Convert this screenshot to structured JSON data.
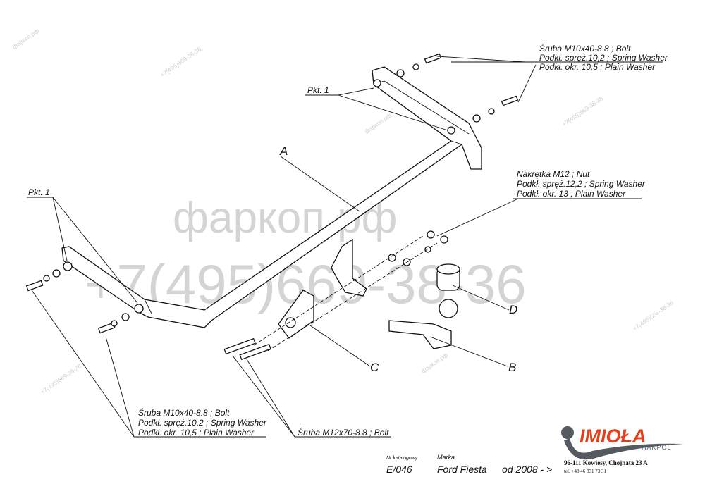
{
  "watermark": {
    "site": "фаркоп.рф",
    "phone": "+7(495)669-38-36",
    "small_site": "фаркоп.рф",
    "small_phone": "+7(495)669-38-36"
  },
  "callouts": {
    "top_right_bolt": [
      "Śruba M10x40-8.8 ;  Bolt",
      "Podkł. spręż.10,2 ; Spring Washer",
      "Podkł. okr. 10,5 ; Plain Washer"
    ],
    "nut_group": [
      "Nakrętka  M12 ; Nut",
      "Podkł. spręż.12,2 ; Spring Washer",
      "Podkł. okr. 13 ; Plain Washer"
    ],
    "bottom_left_bolt": [
      "Śruba M10x40-8.8 ;  Bolt",
      "Podkł. spręż.10,2 ; Spring Washer",
      "Podkł. okr. 10,5 ; Plain Washer"
    ],
    "m12_bolt": "Śruba M12x70-8.8 ;  Bolt",
    "pkt_top": "Pkt. 1",
    "pkt_left": "Pkt. 1",
    "part_a": "A",
    "part_b": "B",
    "part_c": "C",
    "part_d": "D"
  },
  "title_block": {
    "catalog_label": "Nr katalogowy",
    "catalog_no": "E/046",
    "brand_label": "Marka",
    "brand": "Ford Fiesta",
    "years": "od 2008 - >",
    "address": "96-111 Kowiesy, Chojnata 23 A",
    "phone": "tel. +48 46 831 73 31"
  },
  "logo": {
    "name": "IMIOŁA",
    "sub": "HAKPOL",
    "color": "#e2401c",
    "grey": "#555a60"
  }
}
